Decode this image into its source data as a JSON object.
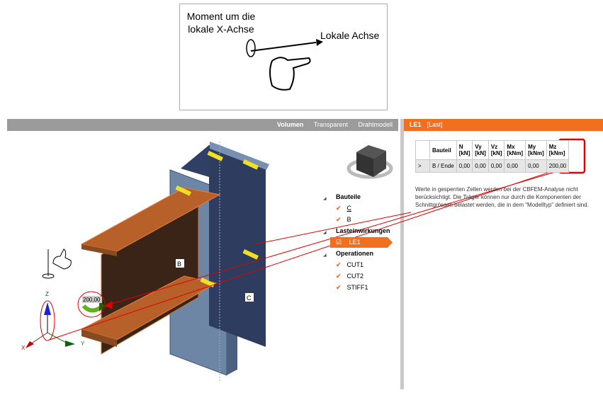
{
  "illustration": {
    "moment_label": "Moment um die lokale X-Achse",
    "axis_label": "Lokale Achse"
  },
  "view_modes": [
    "Volumen",
    "Transparent",
    "Drahtmodell"
  ],
  "active_view": "Volumen",
  "panel": {
    "title": "LE1",
    "subtitle": "[Last]"
  },
  "table": {
    "headers": [
      "",
      "Bauteil",
      "N\n[kN]",
      "Vy\n[kN]",
      "Vz\n[kN]",
      "Mx\n[kNm]",
      "My\n[kNm]",
      "Mz\n[kNm]"
    ],
    "h": {
      "n1": "N",
      "n2": "[kN]",
      "vy1": "Vy",
      "vy2": "[kN]",
      "vz1": "Vz",
      "vz2": "[kN]",
      "mx1": "Mx",
      "mx2": "[kNm]",
      "my1": "My",
      "my2": "[kNm]",
      "mz1": "Mz",
      "mz2": "[kNm]",
      "bauteil": "Bauteil"
    },
    "rows": [
      {
        "expand": ">",
        "bauteil": "B / Ende",
        "N": "0,00",
        "Vy": "0,00",
        "Vz": "0,00",
        "Mx": "0,00",
        "My": "0,00",
        "Mz": "200,00"
      }
    ]
  },
  "note": "Werte in gesperrten Zellen werden bei der CBFEM-Analyse nicht berücksichtigt. Die Träger können nur durch die Komponenten der Schnittgrössen belastet werden, die in dem  \"Modelltyp\" definiert sind.",
  "tree": {
    "groups": [
      {
        "label": "Bauteile",
        "items": [
          "C",
          "B"
        ]
      },
      {
        "label": "Lasteinwirkungen",
        "items": [
          "LE1"
        ]
      },
      {
        "label": "Operationen",
        "items": [
          "CUT1",
          "CUT2",
          "STIFF1"
        ]
      }
    ]
  },
  "model": {
    "member_b": "B",
    "member_c": "C",
    "load_value": "200,00"
  },
  "axes": {
    "x": "X",
    "y": "Y",
    "z": "Z"
  },
  "colors": {
    "accent": "#f07020",
    "beam": "#b8602a",
    "column": "#6e86a6",
    "annotation": "#e00000"
  }
}
